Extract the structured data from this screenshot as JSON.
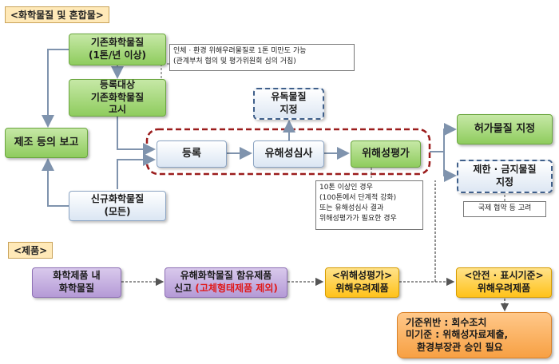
{
  "sections": {
    "chemicals": "<화학물질 및 혼합물>",
    "products": "<제품>"
  },
  "nodes": {
    "existing": [
      "기존화학물질",
      "(1톤/년 이상)"
    ],
    "announce": [
      "등록대상",
      "기존화학물질",
      "고시"
    ],
    "report": "제조 등의 보고",
    "new_chem": [
      "신규화학물질",
      "(모든)"
    ],
    "register": "등록",
    "hazard_review": "유해성심사",
    "risk_assess": "위해성평가",
    "toxic": [
      "유독물질",
      "지정"
    ],
    "permit": "허가물질 지정",
    "restrict": [
      "제한 · 금지물질",
      "지정"
    ],
    "product_chem": [
      "화학제품 내",
      "화학물질"
    ],
    "declare_line1": "유해화학물질 함유제품",
    "declare_line2_prefix": "신고 ",
    "declare_line2_red": "(고체형태제품 제외)",
    "product_risk": [
      "<위해성평가>",
      "위해우려제품"
    ],
    "safety_label": [
      "<안전 · 표시기준>",
      "위해우려제품"
    ],
    "violation": [
      "기준위반 : 회수조치",
      "미기준 : 위해성자료제출,",
      "환경부장관 승인 필요"
    ]
  },
  "notes": {
    "under_1ton": [
      "인체 · 환경 위해우려물질로 1톤 미만도 가능",
      "(관계부처 협의 및 평가위원회 심의 거침)"
    ],
    "over_10ton": [
      "10톤 이상인 경우",
      "(100톤에서 단계적 강화)",
      "또는 유해성심사 결과",
      "위해성평가가 필요한 경우"
    ],
    "intl": "국제 협약 등 고려"
  },
  "colors": {
    "green": "#8fcc5e",
    "blue_box": "#dbe6f3",
    "dashed_border": "#3f5f8a",
    "purple": "#b59ad6",
    "yellow": "#ffc21a",
    "orange": "#f7a043",
    "red_dashed_group": "#9b1c1c",
    "highlight_text": "#e01a1a"
  }
}
